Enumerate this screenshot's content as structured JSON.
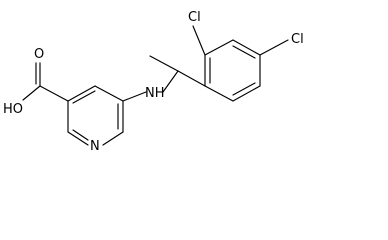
{
  "molecule": {
    "atoms": {
      "hydroxyl": "HO",
      "carbonyl_oxygen": "O",
      "ring_nitrogen": "N",
      "amine": "NH",
      "chloro_ortho": "Cl",
      "chloro_para": "Cl"
    }
  }
}
